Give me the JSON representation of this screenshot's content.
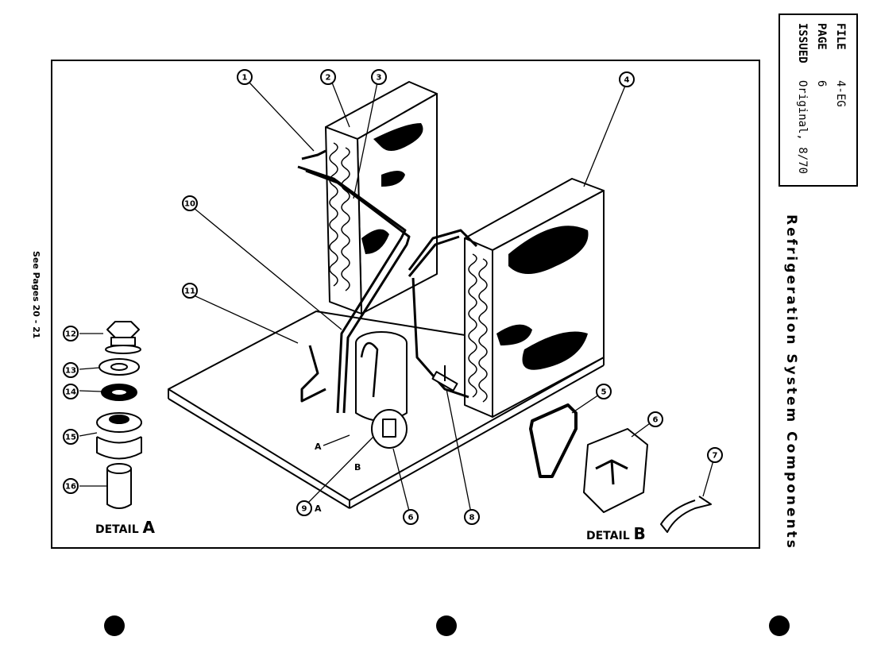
{
  "info": {
    "file_label": "FILE",
    "file_value": "4-EG",
    "page_label": "PAGE",
    "page_value": "6",
    "issued_label": "ISSUED",
    "issued_value": "Original, 8/70"
  },
  "title": "Refrigeration System Components",
  "see_pages": "See Pages 20 - 21",
  "detail_a": {
    "word": "DETAIL",
    "letter": "A"
  },
  "detail_b": {
    "word": "DETAIL",
    "letter": "B"
  },
  "callouts": [
    "1",
    "2",
    "3",
    "4",
    "5",
    "6",
    "7",
    "8",
    "9",
    "10",
    "11",
    "12",
    "13",
    "14",
    "15",
    "16"
  ],
  "letters": {
    "a": "A",
    "b": "B",
    "a4": "A"
  }
}
